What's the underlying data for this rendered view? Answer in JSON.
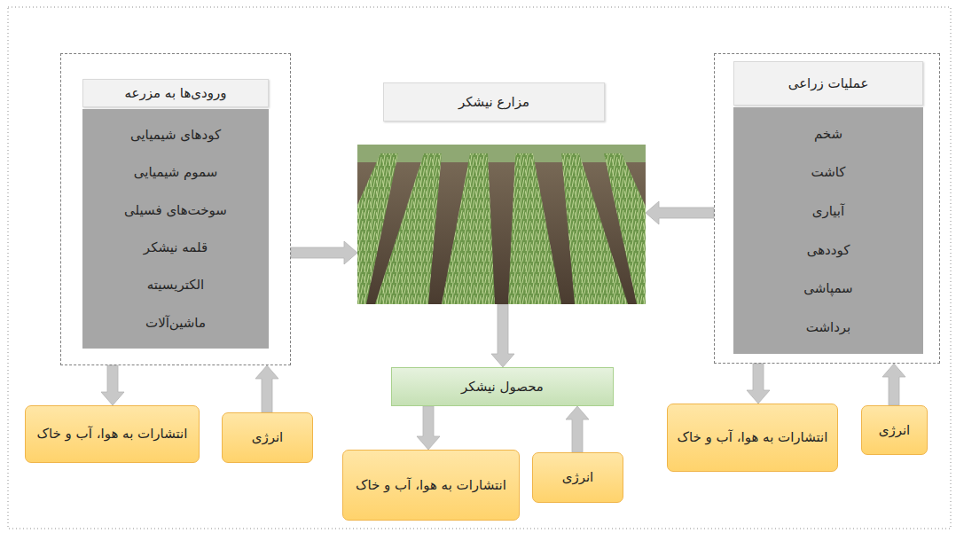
{
  "diagram": {
    "nodes": [
      {
        "text": [
          "ورودی‌ها به مزرعه"
        ]
      },
      {
        "text": [
          "کودهای شیمیایی",
          "سموم شیمیایی",
          "سوخت‌های فسیلی",
          "قلمه نیشکر",
          "الکتریسیته",
          "ماشین‌آلات"
        ],
        "in": 0
      },
      {
        "text": [
          "مزارع نیشکر"
        ]
      },
      {
        "text": [
          "عملیات زراعی"
        ]
      },
      {
        "text": [
          "شخم",
          "کاشت",
          "آبیاری",
          "کوددهی",
          "سمپاشی",
          "برداشت"
        ],
        "in": 3
      },
      {
        "text": [
          "محصول نیشکر"
        ]
      },
      {
        "text": [
          "انتشارات به هوا، آب و خاک"
        ]
      },
      {
        "text": [
          "انرژی"
        ]
      },
      {
        "text": [
          "انتشارات به هوا، آب و خاک"
        ]
      },
      {
        "text": [
          "انرژی"
        ]
      },
      {
        "text": [
          "انتشارات به هوا، آب و خاک"
        ]
      },
      {
        "text": [
          "انرژی"
        ]
      }
    ],
    "edges": [
      {
        "from": 0,
        "to": 2,
        "arrow": "to"
      },
      {
        "from": 3,
        "to": 2,
        "arrow": "to"
      },
      {
        "from": 2,
        "to": 5,
        "arrow": "to"
      },
      {
        "from": 0,
        "to": 6,
        "arrow": "to"
      },
      {
        "from": 7,
        "to": 0,
        "arrow": "to"
      },
      {
        "from": 5,
        "to": 8,
        "arrow": "to"
      },
      {
        "from": 9,
        "to": 5,
        "arrow": "to"
      },
      {
        "from": 3,
        "to": 10,
        "arrow": "to"
      },
      {
        "from": 11,
        "to": 3,
        "arrow": "to"
      }
    ]
  }
}
